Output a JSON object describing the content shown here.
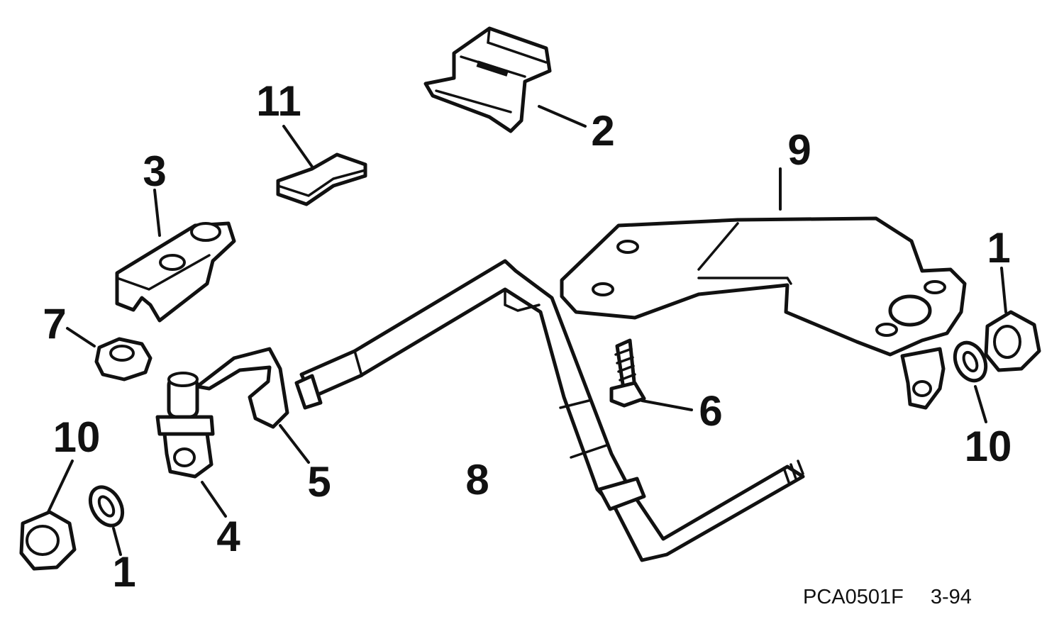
{
  "callouts": {
    "c1a": "1",
    "c1b": "1",
    "c2": "2",
    "c3": "3",
    "c4": "4",
    "c5": "5",
    "c6": "6",
    "c7": "7",
    "c8": "8",
    "c9": "9",
    "c10a": "10",
    "c10b": "10",
    "c11": "11"
  },
  "footer": {
    "code": "PCA0501F",
    "rev": "3-94"
  }
}
